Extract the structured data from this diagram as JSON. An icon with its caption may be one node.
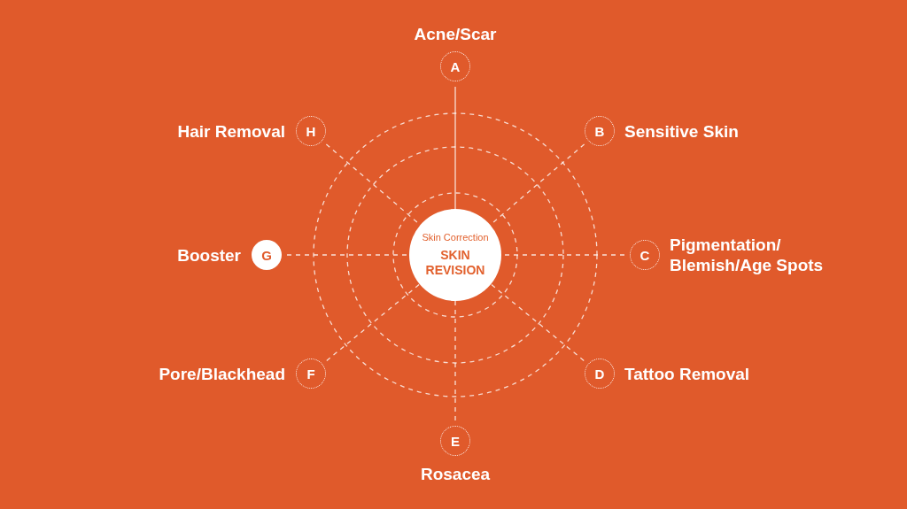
{
  "diagram": {
    "nodes": [
      {
        "text": [
          "A"
        ],
        "beside": [
          "Acne/Scar"
        ]
      },
      {
        "text": [
          "H"
        ],
        "beside": [
          "Hair Removal"
        ]
      },
      {
        "text": [
          "B"
        ],
        "beside": [
          "Sensitive Skin"
        ]
      },
      {
        "text": [
          "G"
        ],
        "beside": [
          "Booster"
        ]
      },
      {
        "text": [
          "Skin Correction",
          "SKIN REVISION"
        ]
      },
      {
        "text": [
          "C"
        ],
        "beside": [
          "Pigmentation/ Blemish/Age Spots"
        ]
      },
      {
        "text": [
          "F"
        ],
        "beside": [
          "Pore/Blackhead"
        ]
      },
      {
        "text": [
          "D"
        ],
        "beside": [
          "Tattoo Removal"
        ]
      },
      {
        "text": [
          "E"
        ],
        "beside": [
          "Rosacea"
        ]
      }
    ],
    "edges": [
      {
        "from": 0,
        "to": 4,
        "arrow": "none"
      },
      {
        "from": 1,
        "to": 4,
        "arrow": "none",
        "style": "dashed"
      },
      {
        "from": 2,
        "to": 4,
        "arrow": "none",
        "style": "dashed"
      },
      {
        "from": 3,
        "to": 4,
        "arrow": "none",
        "style": "dashed"
      },
      {
        "from": 5,
        "to": 4,
        "arrow": "none",
        "style": "dashed"
      },
      {
        "from": 6,
        "to": 4,
        "arrow": "none",
        "style": "dashed"
      },
      {
        "from": 7,
        "to": 4,
        "arrow": "none",
        "style": "dashed"
      },
      {
        "from": 8,
        "to": 4,
        "arrow": "none",
        "style": "dashed"
      }
    ]
  }
}
